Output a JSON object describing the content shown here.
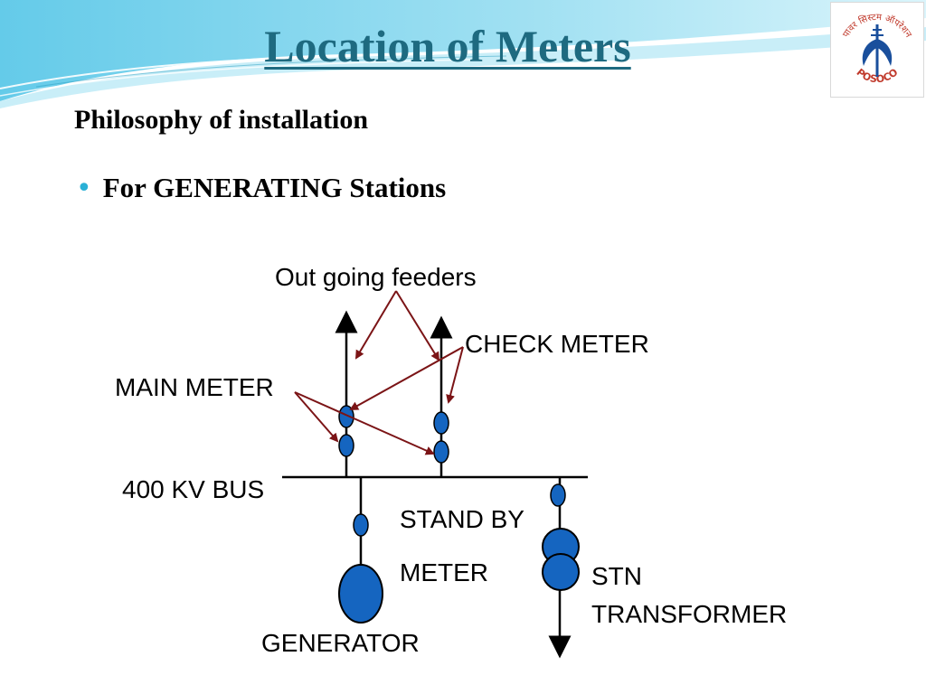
{
  "header": {
    "title": "Location of Meters",
    "logo_text_top": "पावर सिस्टम ऑपरेशन",
    "logo_text_bottom": "POSOCO"
  },
  "content": {
    "subtitle": "Philosophy of installation",
    "bullet": "For GENERATING Stations"
  },
  "diagram": {
    "labels": {
      "outgoing_feeders": "Out going feeders",
      "check_meter": "CHECK METER",
      "main_meter": "MAIN METER",
      "bus": "400 KV BUS",
      "standby_meter_line1": "STAND BY",
      "standby_meter_line2": "METER",
      "stn_transformer_line1": "STN",
      "stn_transformer_line2": "TRANSFORMER",
      "generator": "GENERATOR"
    },
    "colors": {
      "meter_fill": "#1565c0",
      "arrow": "#7b1416",
      "line": "#000000",
      "title": "#1e6a80",
      "bullet": "#2ab0d6"
    }
  }
}
